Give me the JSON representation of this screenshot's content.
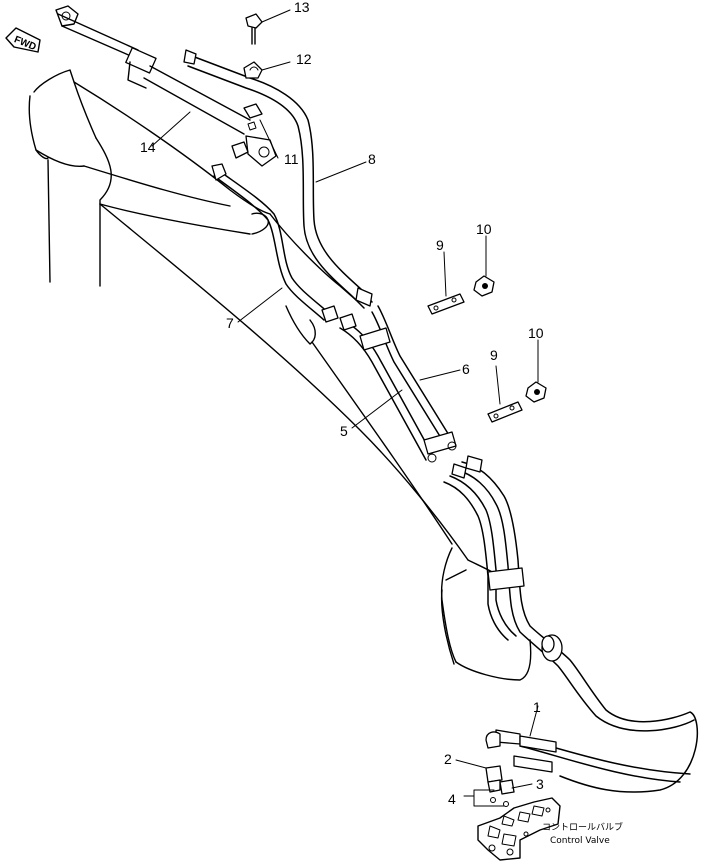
{
  "direction_marker": {
    "label": "FWD"
  },
  "callouts": [
    {
      "id": "c1",
      "label": "1"
    },
    {
      "id": "c2",
      "label": "2"
    },
    {
      "id": "c3",
      "label": "3"
    },
    {
      "id": "c4",
      "label": "4"
    },
    {
      "id": "c5",
      "label": "5"
    },
    {
      "id": "c6",
      "label": "6"
    },
    {
      "id": "c7",
      "label": "7"
    },
    {
      "id": "c8",
      "label": "8"
    },
    {
      "id": "c9a",
      "label": "9"
    },
    {
      "id": "c9b",
      "label": "9"
    },
    {
      "id": "c10a",
      "label": "10"
    },
    {
      "id": "c10b",
      "label": "10"
    },
    {
      "id": "c11",
      "label": "11"
    },
    {
      "id": "c12",
      "label": "12"
    },
    {
      "id": "c13",
      "label": "13"
    },
    {
      "id": "c14",
      "label": "14"
    }
  ],
  "control_valve": {
    "label_jp": "コントロールバルブ",
    "label_en": "Control Valve"
  }
}
